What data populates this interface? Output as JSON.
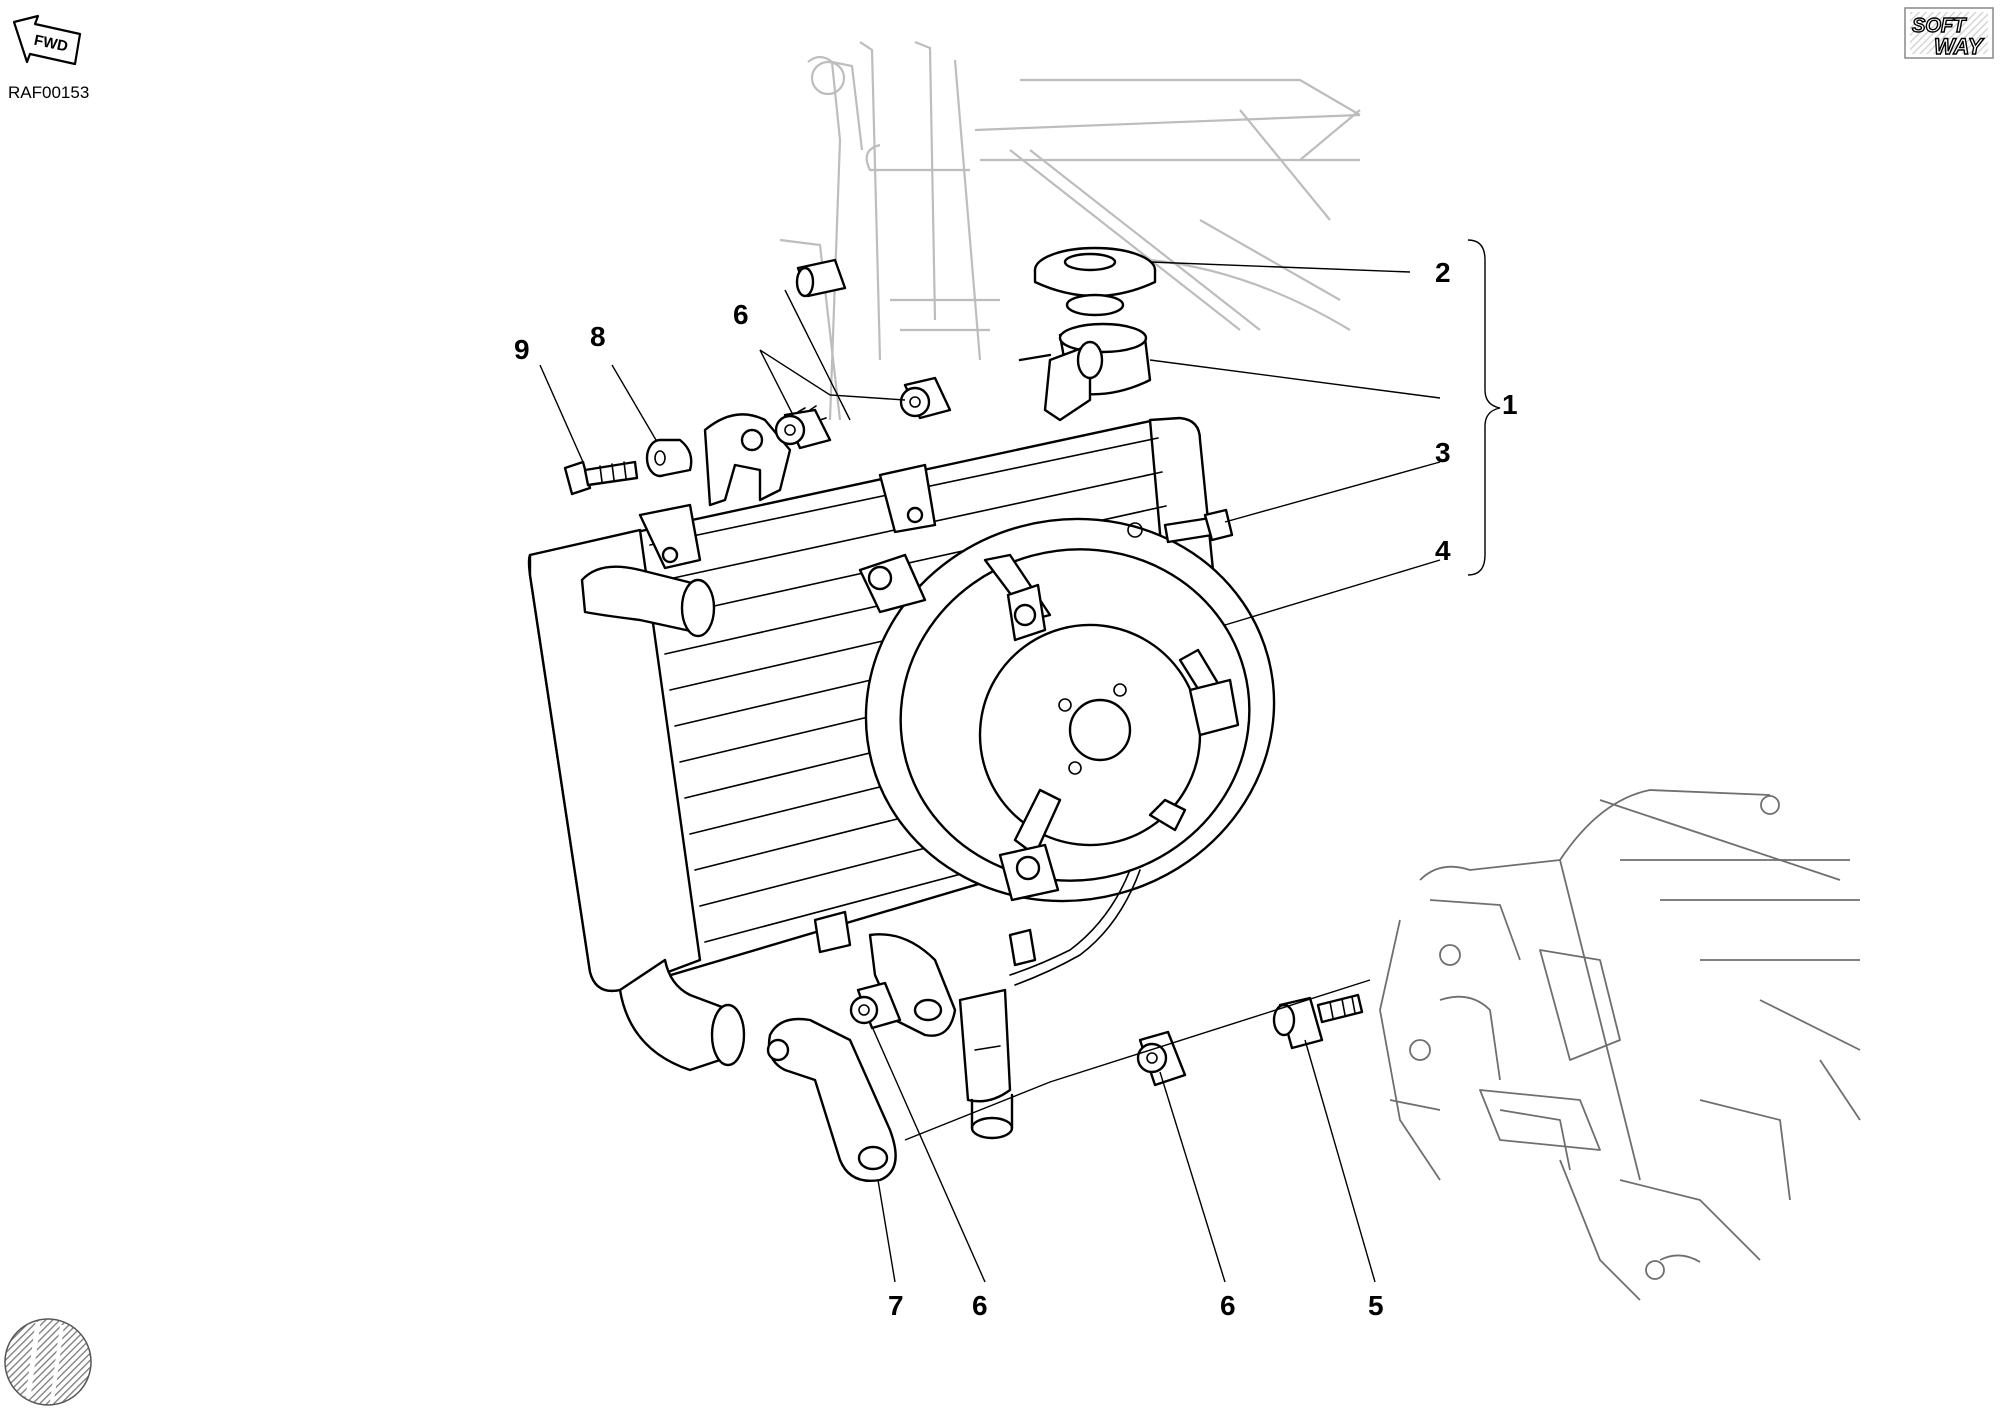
{
  "header": {
    "fwd_label": "FWD",
    "drawing_code": "RAF00153",
    "logo_line1": "SOFT",
    "logo_line2": "WAY"
  },
  "callouts": [
    {
      "id": "callout-1",
      "label": "1"
    },
    {
      "id": "callout-2",
      "label": "2"
    },
    {
      "id": "callout-3",
      "label": "3"
    },
    {
      "id": "callout-4",
      "label": "4"
    },
    {
      "id": "callout-5",
      "label": "5"
    },
    {
      "id": "callout-6a",
      "label": "6"
    },
    {
      "id": "callout-6b",
      "label": "6"
    },
    {
      "id": "callout-6c",
      "label": "6"
    },
    {
      "id": "callout-7",
      "label": "7"
    },
    {
      "id": "callout-8",
      "label": "8"
    },
    {
      "id": "callout-9",
      "label": "9"
    }
  ],
  "icons": {
    "fwd": "fwd-arrow-icon",
    "logo": "softway-logo-icon",
    "disc": "hatched-disc-icon"
  }
}
